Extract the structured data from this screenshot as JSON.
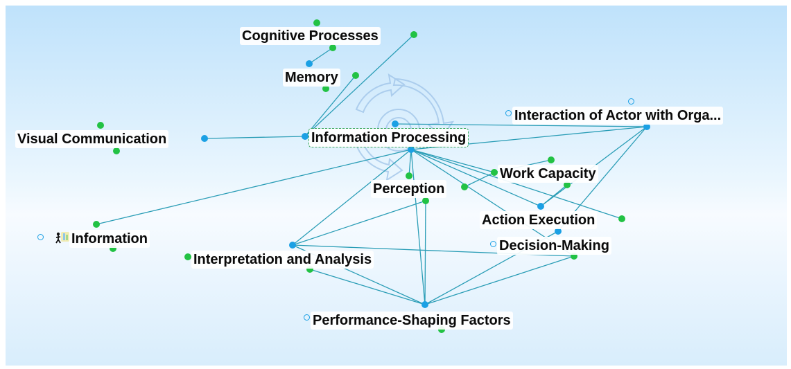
{
  "colors": {
    "edge": "#2a9db6",
    "dot_blue": "#1ba0e4",
    "dot_green": "#22c244",
    "selection": "#3aa85a"
  },
  "nodes": {
    "cognitive_processes": "Cognitive Processes",
    "memory": "Memory",
    "visual_communication": "Visual Communication",
    "information_processing": "Information Processing",
    "interaction_of_actor": "Interaction of Actor with Orga...",
    "work_capacity": "Work Capacity",
    "perception": "Perception",
    "action_execution": "Action Execution",
    "information": "Information",
    "decision_making": "Decision-Making",
    "interpretation_and_analysis": "Interpretation and Analysis",
    "performance_shaping_factors": "Performance-Shaping Factors"
  },
  "selected_node": "information_processing",
  "icons": {
    "central_watermark": "gear-arrows-icon",
    "information_node": "person-icon"
  }
}
